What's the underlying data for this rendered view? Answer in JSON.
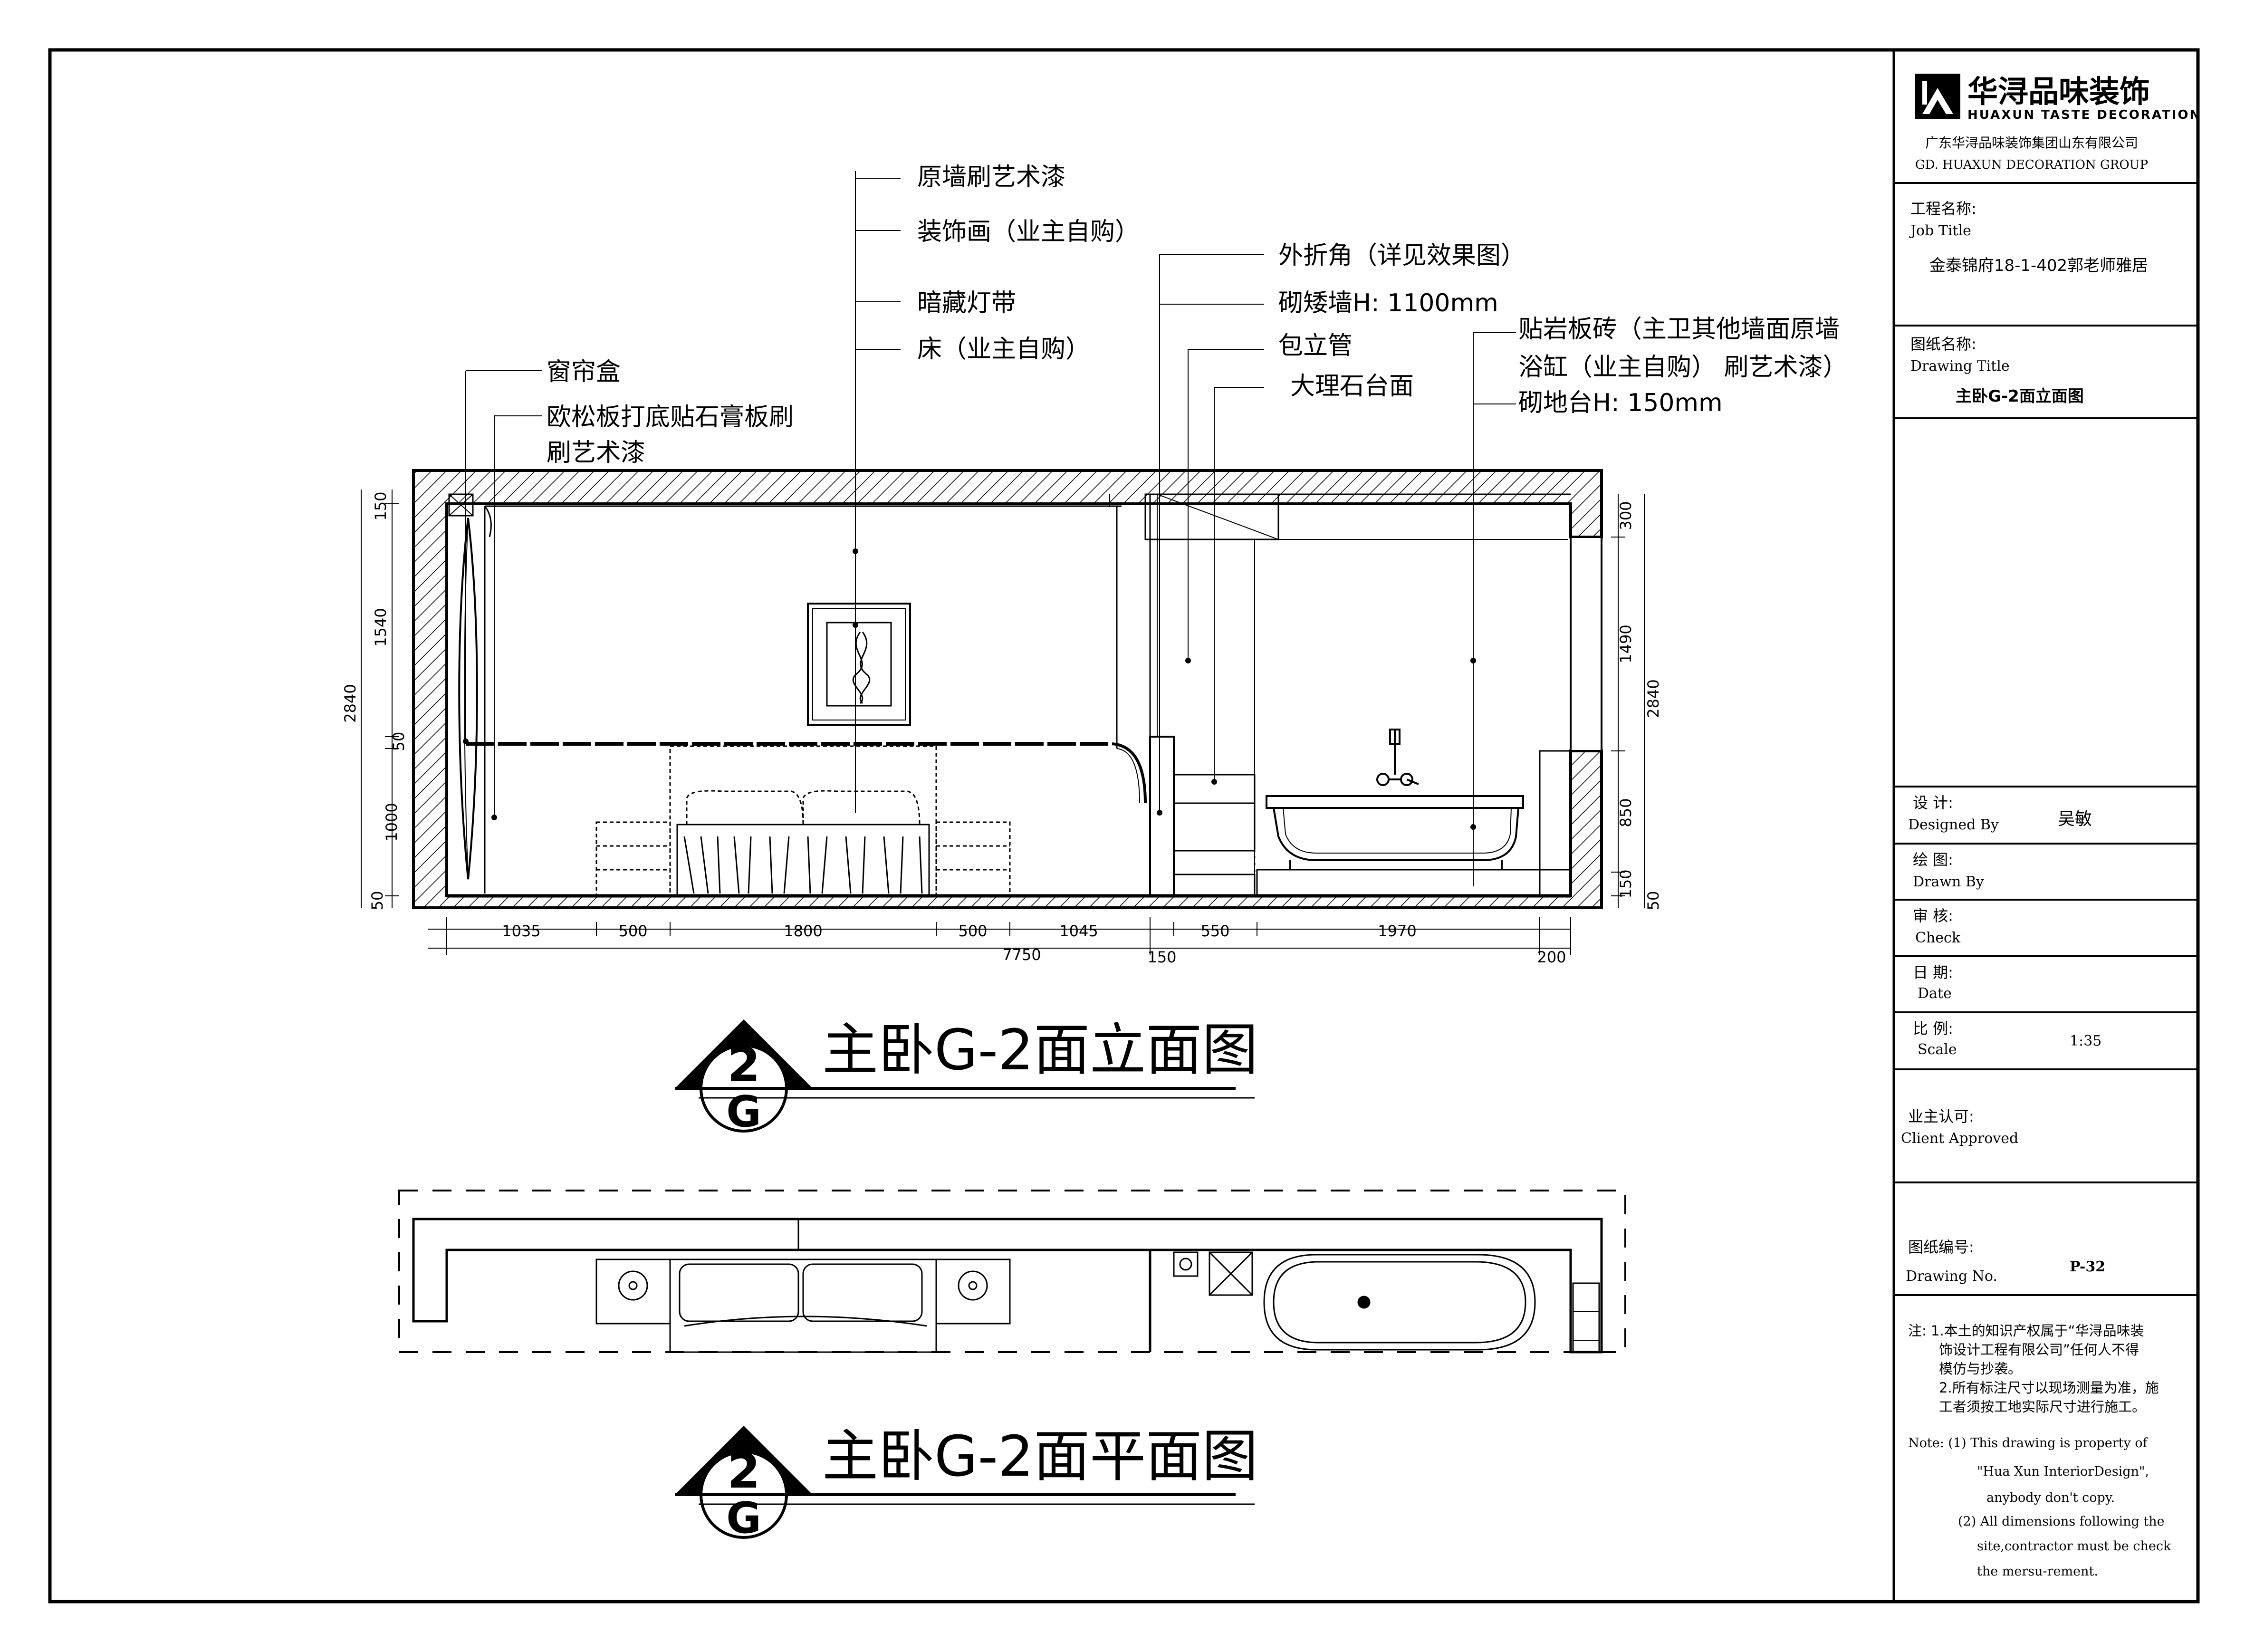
{
  "company": {
    "name_cn": "华浔品味装饰",
    "name_en": "HUAXUN TASTE DECORATION",
    "full_cn": "广东华浔品味装饰集团山东有限公司",
    "full_en": "GD. HUAXUN DECORATION GROUP"
  },
  "titleblock": {
    "job_label_cn": "工程名称:",
    "job_label_en": "Job Title",
    "job_value": "金泰锦府18-1-402郭老师雅居",
    "drawing_label_cn": "图纸名称:",
    "drawing_label_en": "Drawing Title",
    "drawing_value": "主卧G-2面立面图",
    "designed_cn": "设 计:",
    "designed_en": "Designed By",
    "designed_value": "吴敏",
    "drawn_cn": "绘 图:",
    "drawn_en": "Drawn By",
    "check_cn": "审 核:",
    "check_en": "Check",
    "date_cn": "日 期:",
    "date_en": "Date",
    "scale_cn": "比 例:",
    "scale_en": "Scale",
    "scale_value": "1:35",
    "client_cn": "业主认可:",
    "client_en": "Client Approved",
    "number_cn": "图纸编号:",
    "number_en": "Drawing No.",
    "number_value": "P-32"
  },
  "notes": {
    "cn": [
      "注: 1.本土的知识产权属于“华浔品味装",
      "饰设计工程有限公司”任何人不得",
      "模仿与抄袭。",
      "2.所有标注尺寸以现场测量为准，施",
      "工者须按工地实际尺寸进行施工。"
    ],
    "en": [
      "Note:  (1) This drawing is property of",
      "\"Hua Xun InteriorDesign\",",
      "anybody don't copy.",
      "(2) All dimensions following the",
      "site,contractor must be check",
      "the mersu-rement."
    ]
  },
  "annotations": {
    "a1": "原墙刷艺术漆",
    "a2": "装饰画（业主自购）",
    "a3": "暗藏灯带",
    "a4": "床（业主自购）",
    "a5": "外折角（详见效果图）",
    "a6": "砌矮墙H: 1100mm",
    "a7": "包立管",
    "a8": "大理石台面",
    "a9": "贴岩板砖（主卫其他墙面原墙",
    "a10": "浴缸（业主自购） 刷艺术漆）",
    "a11": "砌地台H: 150mm",
    "a12": "窗帘盒",
    "a13": "欧松板打底贴石膏板刷",
    "a14": "刷艺术漆"
  },
  "dimensions": {
    "bottom": [
      "1035",
      "500",
      "1800",
      "500",
      "1045",
      "550",
      "1970"
    ],
    "total": "7750",
    "mid": "150",
    "right_end": "200",
    "left_segments": [
      "150",
      "1540",
      "50",
      "1000",
      "50"
    ],
    "left_total": "2840",
    "right_segments": [
      "300",
      "1490",
      "850",
      "150",
      "50"
    ],
    "right_total": "2840"
  },
  "titles": {
    "elevation": "主卧G-2面立面图",
    "plan": "主卧G-2面平面图",
    "symbol_top": "2",
    "symbol_bottom": "G"
  }
}
